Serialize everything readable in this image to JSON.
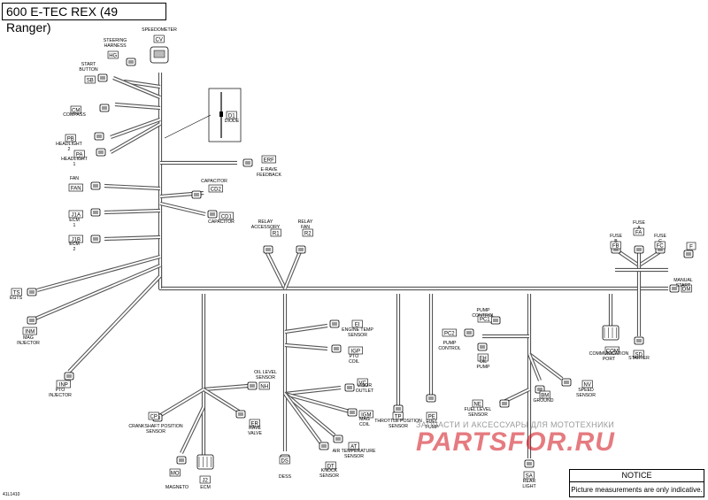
{
  "title": "600 E-TEC REX (49 Ranger)",
  "diagram_code": "41L1410",
  "notice": {
    "heading": "NOTICE",
    "text": "Picture measurements are only indicative."
  },
  "watermark": {
    "top": "ЗАПЧАСТИ И АКСЕССУАРЫ ДЛЯ МОТОТЕХНИКИ",
    "brand": "PARTSFOR.RU",
    "brand_color": "#d0101a"
  },
  "components": [
    {
      "id": "speedometer",
      "code": "CV",
      "label": "SPEEDOMETER"
    },
    {
      "id": "steering-harness",
      "code": "HG",
      "label": "STEERING HARNESS"
    },
    {
      "id": "start-button",
      "code": "SB",
      "label": "START BUTTON"
    },
    {
      "id": "compass",
      "code": "CM",
      "label": "COMPASS"
    },
    {
      "id": "headlight-2",
      "code": "PB",
      "label": "HEADLIGHT 2"
    },
    {
      "id": "headlight-1",
      "code": "PA",
      "label": "HEADLIGHT 1"
    },
    {
      "id": "diode",
      "code": "D1",
      "label": "DIODE"
    },
    {
      "id": "e-rave-feedback",
      "code": "ERF",
      "label": "E-RAVE FEEDBACK"
    },
    {
      "id": "fan",
      "code": "FAN",
      "label": "FAN"
    },
    {
      "id": "capacitor-2",
      "code": "CD2",
      "label": "CAPACITOR"
    },
    {
      "id": "ecm-1",
      "code": "J1A",
      "label": "ECM 1"
    },
    {
      "id": "capacitor-1",
      "code": "CD1",
      "label": "CAPACITOR"
    },
    {
      "id": "ecm-2",
      "code": "J1B",
      "label": "ECM 2"
    },
    {
      "id": "relay-accessory",
      "code": "R1",
      "label": "RELAY ACCESSORY"
    },
    {
      "id": "relay-fan",
      "code": "R2",
      "label": "RELAY FAN"
    },
    {
      "id": "fuse-b",
      "code": "FB",
      "label": "FUSE B"
    },
    {
      "id": "fuse-a",
      "code": "FA",
      "label": "FUSE A"
    },
    {
      "id": "fuse-c",
      "code": "FC",
      "label": "FUSE C"
    },
    {
      "id": "fuse-f",
      "code": "F",
      "label": ""
    },
    {
      "id": "egts",
      "code": "TS",
      "label": "EGTS"
    },
    {
      "id": "mag-injector",
      "code": "INM",
      "label": "MAG INJECTOR"
    },
    {
      "id": "pto-injector",
      "code": "INP",
      "label": "PTO INJECTOR"
    },
    {
      "id": "manual-start",
      "code": "DM",
      "label": "MANUAL START"
    },
    {
      "id": "engine-temp-sensor",
      "code": "EI",
      "label": "ENGINE TEMP SENSOR"
    },
    {
      "id": "pto-coil",
      "code": "IGP",
      "label": "PTO COIL"
    },
    {
      "id": "pump-control",
      "code": "PC1",
      "label": "PUMP CONTROL"
    },
    {
      "id": "pump-control-2",
      "code": "PC2",
      "label": "PUMP CONTROL"
    },
    {
      "id": "oil-pump",
      "code": "FH",
      "label": "OIL PUMP"
    },
    {
      "id": "communication-port",
      "code": "COM",
      "label": "COMMUNICATION PORT"
    },
    {
      "id": "starter",
      "code": "SD",
      "label": "STARTER"
    },
    {
      "id": "oil-level-sensor",
      "code": "NH",
      "label": "OIL LEVEL SENSOR"
    },
    {
      "id": "visor-outlet",
      "code": "VC",
      "label": "VISOR OUTLET"
    },
    {
      "id": "mag-coil",
      "code": "IGM",
      "label": "MAG COIL"
    },
    {
      "id": "speed-sensor",
      "code": "NV",
      "label": "SPEED SENSOR"
    },
    {
      "id": "ground",
      "code": "BM",
      "label": "GROUND"
    },
    {
      "id": "fuel-level-sensor",
      "code": "NE",
      "label": "FUEL LEVEL SENSOR"
    },
    {
      "id": "crankshaft-position-sensor",
      "code": "CP",
      "label": "CRANKSHAFT POSITION SENSOR"
    },
    {
      "id": "rave-valve",
      "code": "ER",
      "label": "RAVE VALVE"
    },
    {
      "id": "throttle-position-sensor",
      "code": "TP",
      "label": "THROTTLE POSITION SENSOR"
    },
    {
      "id": "fuel-pump",
      "code": "PE",
      "label": "FUEL PUMP"
    },
    {
      "id": "air-temperature-sensor",
      "code": "AT",
      "label": "AIR TEMPERATURE SENSOR"
    },
    {
      "id": "knock-sensor",
      "code": "DT",
      "label": "KNOCK SENSOR"
    },
    {
      "id": "dess",
      "code": "DS",
      "label": "DESS"
    },
    {
      "id": "magneto",
      "code": "MO",
      "label": "MAGNETO"
    },
    {
      "id": "ecm",
      "code": "J2",
      "label": "ECM"
    },
    {
      "id": "rear-light",
      "code": "SA",
      "label": "REAR LIGHT"
    }
  ]
}
